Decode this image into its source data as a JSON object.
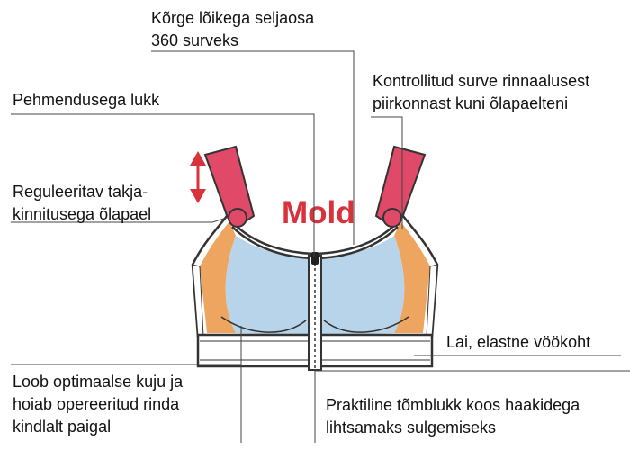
{
  "labels": {
    "back_cut": [
      "Kõrge lõikega seljaosa",
      "360  surveks"
    ],
    "pressure": [
      "Kontrollitud surve rinnaalusest",
      "piirkonnast kuni õlapaelteni"
    ],
    "soft_closure": [
      "Pehmendusega lukk"
    ],
    "strap": [
      "Reguleeritav takja-",
      "kinnitusega õlapael"
    ],
    "waistband": [
      "Lai, elastne vöökoht"
    ],
    "shape": [
      "Loob optimaalse kuju ja",
      "hoiab opereeritud rinda",
      "kindlalt paigal"
    ],
    "zipper": [
      "Praktiline tõmblukk koos haakidega",
      "lihtsamaks sulgemiseks"
    ]
  },
  "brand": "Mold",
  "colors": {
    "strap": "#e04a68",
    "cup": "#b8d4ea",
    "side": "#eea560",
    "outline": "#333333",
    "arrow": "#d8323c",
    "brand": "#d8323c",
    "leader": "#444444"
  }
}
